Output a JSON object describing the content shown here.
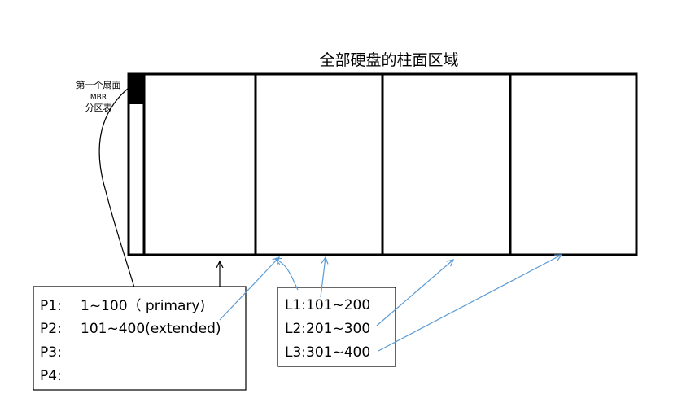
{
  "diagram": {
    "title": "全部硬盘的柱面区域",
    "mbr_label": {
      "line1": "第一个扇面",
      "line2": "MBR",
      "line3": "分区表"
    },
    "partition_table": [
      {
        "name": "P1:",
        "value": "1~100（ primary)"
      },
      {
        "name": "P2:",
        "value": "101~400(extended)"
      },
      {
        "name": "P3:",
        "value": ""
      },
      {
        "name": "P4:",
        "value": ""
      }
    ],
    "logical_partitions": [
      {
        "label": "L1:101~200"
      },
      {
        "label": "L2:201~300"
      },
      {
        "label": "L3:301~400"
      }
    ],
    "colors": {
      "outline": "#000000",
      "arrow_blue": "#5b9bd5",
      "mbr_fill": "#000000"
    }
  }
}
